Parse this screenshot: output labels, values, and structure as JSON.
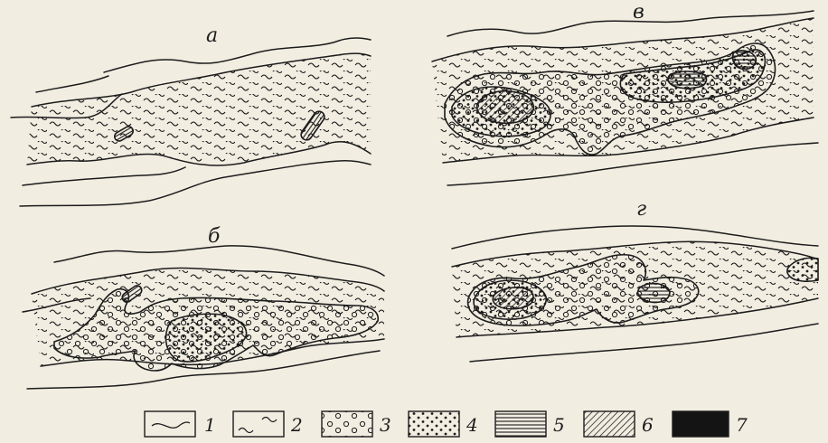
{
  "panels": [
    {
      "id": "a",
      "label": "а"
    },
    {
      "id": "b",
      "label": "б"
    },
    {
      "id": "v",
      "label": "в"
    },
    {
      "id": "g",
      "label": "г"
    }
  ],
  "legend": [
    {
      "number": "1",
      "pattern": "wave"
    },
    {
      "number": "2",
      "pattern": "tilde"
    },
    {
      "number": "3",
      "pattern": "circles"
    },
    {
      "number": "4",
      "pattern": "dots"
    },
    {
      "number": "5",
      "pattern": "horizontal-lines"
    },
    {
      "number": "6",
      "pattern": "diagonal-hatch"
    },
    {
      "number": "7",
      "pattern": "solid-black"
    }
  ],
  "colors": {
    "paper": "#f1ede1",
    "ink": "#1c1c1c"
  }
}
